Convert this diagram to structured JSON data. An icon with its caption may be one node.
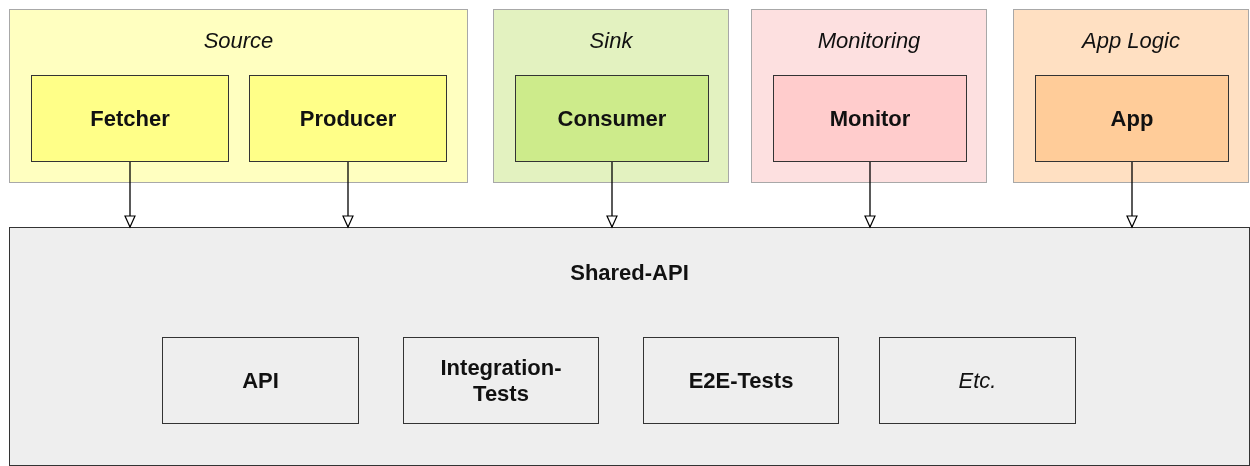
{
  "diagram": {
    "nodes": [
      {
        "text": [
          "Source"
        ]
      },
      {
        "text": [
          "Fetcher"
        ],
        "in": 0
      },
      {
        "text": [
          "Producer"
        ],
        "in": 0
      },
      {
        "text": [
          "Sink"
        ]
      },
      {
        "text": [
          "Consumer"
        ],
        "in": 3
      },
      {
        "text": [
          "Monitoring"
        ]
      },
      {
        "text": [
          "Monitor"
        ],
        "in": 5
      },
      {
        "text": [
          "App Logic"
        ]
      },
      {
        "text": [
          "App"
        ],
        "in": 7
      },
      {
        "text": [
          "Shared-API"
        ]
      },
      {
        "text": [
          "API"
        ],
        "in": 9
      },
      {
        "text": [
          "Integration- Tests"
        ],
        "in": 9
      },
      {
        "text": [
          "E2E-Tests"
        ],
        "in": 9
      },
      {
        "text": [
          "Etc."
        ],
        "in": 9
      }
    ],
    "edges": [
      {
        "from": 1,
        "to": 9,
        "arrow": "to"
      },
      {
        "from": 2,
        "to": 9,
        "arrow": "to"
      },
      {
        "from": 4,
        "to": 9,
        "arrow": "to"
      },
      {
        "from": 6,
        "to": 9,
        "arrow": "to"
      },
      {
        "from": 8,
        "to": 9,
        "arrow": "to"
      }
    ]
  }
}
